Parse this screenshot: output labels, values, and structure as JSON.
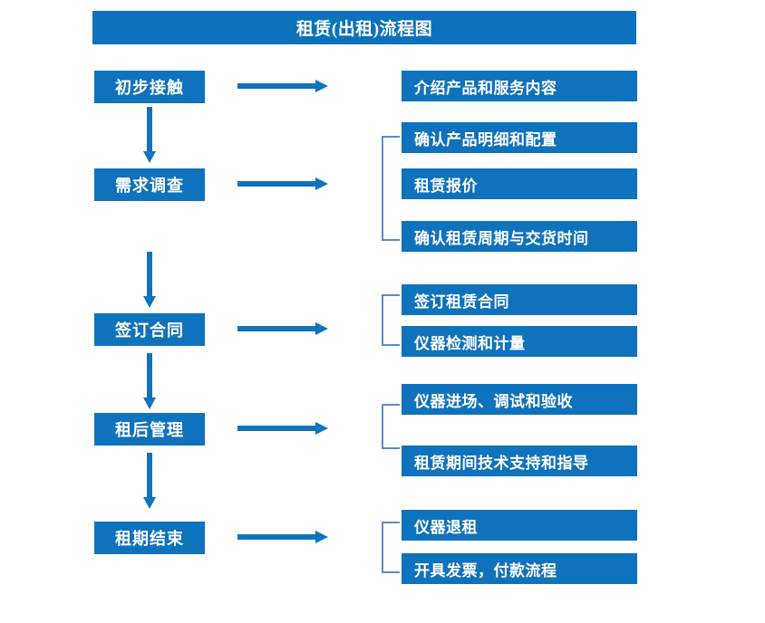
{
  "title": "租赁(出租)流程图",
  "colors": {
    "box_fill": "#0f72bc",
    "title_fill": "#0c72bb",
    "arrow": "#0e74bd",
    "bracket": "#5b8ec4",
    "text": "#ffffff",
    "background": "#ffffff"
  },
  "stages": [
    {
      "label": "初步接触"
    },
    {
      "label": "需求调查"
    },
    {
      "label": "签订合同"
    },
    {
      "label": "租后管理"
    },
    {
      "label": "租期结束"
    }
  ],
  "details": [
    {
      "label": "介绍产品和服务内容"
    },
    {
      "label": "确认产品明细和配置"
    },
    {
      "label": "租赁报价"
    },
    {
      "label": "确认租赁周期与交货时间"
    },
    {
      "label": "签订租赁合同"
    },
    {
      "label": "仪器检测和计量"
    },
    {
      "label": "仪器进场、调试和验收"
    },
    {
      "label": "租赁期间技术支持和指导"
    },
    {
      "label": "仪器退租"
    },
    {
      "label": "开具发票，付款流程"
    }
  ],
  "groups": [
    {
      "name": "needs-survey-group",
      "members": [
        "确认产品明细和配置",
        "租赁报价",
        "确认租赁周期与交货时间"
      ]
    },
    {
      "name": "sign-contract-group",
      "members": [
        "签订租赁合同",
        "仪器检测和计量"
      ]
    },
    {
      "name": "post-rental-group",
      "members": [
        "仪器进场、调试和验收",
        "租赁期间技术支持和指导"
      ]
    },
    {
      "name": "lease-end-group",
      "members": [
        "仪器退租",
        "开具发票，付款流程"
      ]
    }
  ]
}
